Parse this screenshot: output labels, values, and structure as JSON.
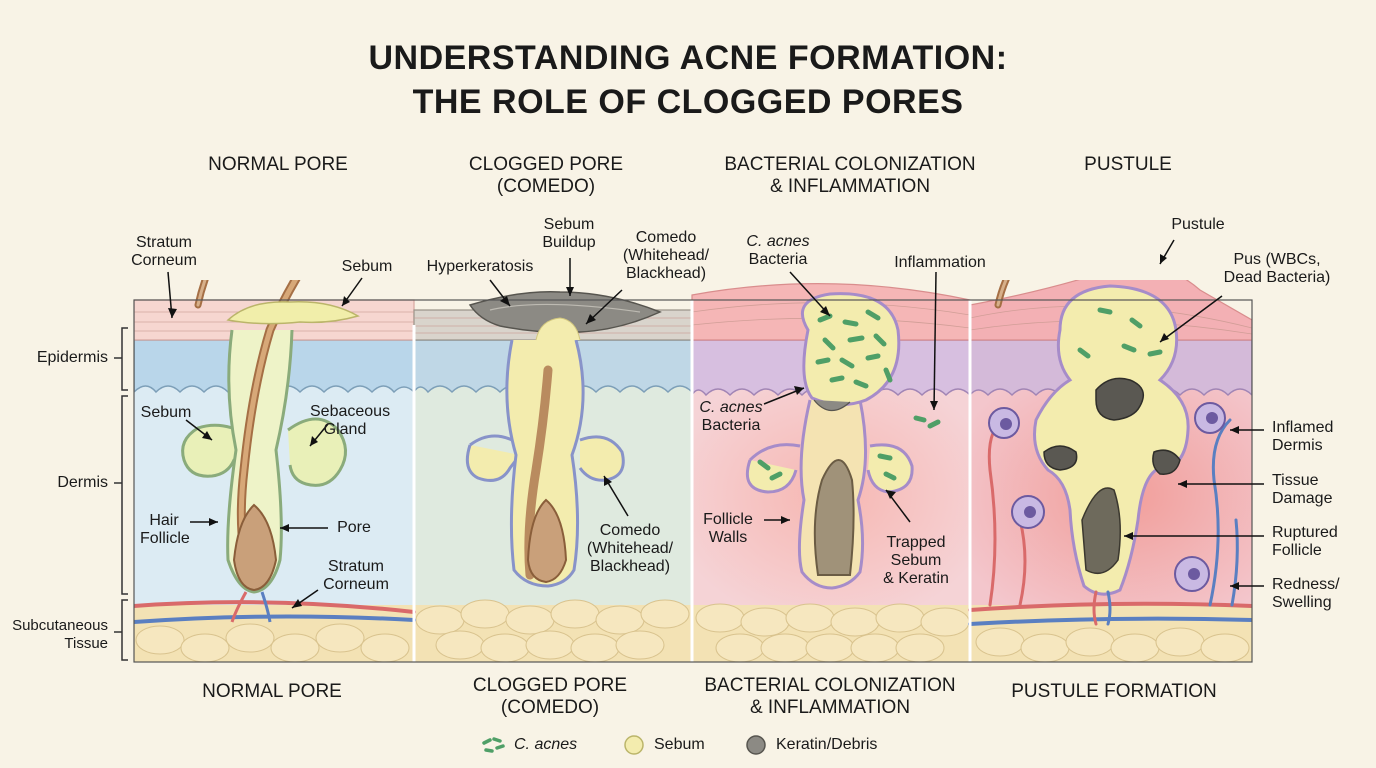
{
  "title": {
    "line1": "UNDERSTANDING ACNE FORMATION:",
    "line2": "THE ROLE OF CLOGGED PORES"
  },
  "columns": {
    "normal": {
      "head1": "NORMAL PORE",
      "foot1": "NORMAL PORE"
    },
    "clogged": {
      "head1": "CLOGGED PORE",
      "head2": "(COMEDO)",
      "foot1": "CLOGGED PORE",
      "foot2": "(COMEDO)"
    },
    "bacterial": {
      "head1": "BACTERIAL COLONIZATION",
      "head2": "& INFLAMMATION",
      "foot1": "BACTERIAL COLONIZATION",
      "foot2": "& INFLAMMATION"
    },
    "pustule": {
      "head1": "PUSTULE",
      "foot1": "PUSTULE FORMATION"
    }
  },
  "layers": {
    "epidermis": "Epidermis",
    "dermis": "Dermis",
    "subcutaneous1": "Subcutaneous",
    "subcutaneous2": "Tissue"
  },
  "labels": {
    "normal": {
      "stratum_top1": "Stratum",
      "stratum_top2": "Corneum",
      "sebum_top": "Sebum",
      "sebum_left": "Sebum",
      "sebaceous1": "Sebaceous",
      "sebaceous2": "Gland",
      "hair1": "Hair",
      "hair2": "Follicle",
      "pore": "Pore",
      "stratum_bottom1": "Stratum",
      "stratum_bottom2": "Corneum"
    },
    "clogged": {
      "hyperkeratosis": "Hyperkeratosis",
      "sebum_buildup1": "Sebum",
      "sebum_buildup2": "Buildup",
      "comedo_top1": "Comedo",
      "comedo_top2": "(Whitehead/",
      "comedo_top3": "Blackhead)",
      "comedo_bot1": "Comedo",
      "comedo_bot2": "(Whitehead/",
      "comedo_bot3": "Blackhead)"
    },
    "bacterial": {
      "cacnes_top1": "C. acnes",
      "cacnes_top2": "Bacteria",
      "inflammation": "Inflammation",
      "cacnes_mid1": "C. acnes",
      "cacnes_mid2": "Bacteria",
      "follicle1": "Follicle",
      "follicle2": "Walls",
      "trapped1": "Trapped",
      "trapped2": "Sebum",
      "trapped3": "& Keratin"
    },
    "pustule": {
      "pustule": "Pustule",
      "pus1": "Pus (WBCs,",
      "pus2": "Dead Bacteria)",
      "inflamed1": "Inflamed",
      "inflamed2": "Dermis",
      "tissue1": "Tissue",
      "tissue2": "Damage",
      "ruptured1": "Ruptured",
      "ruptured2": "Follicle",
      "redness1": "Redness/",
      "redness2": "Swelling"
    }
  },
  "legend": {
    "cacnes": "C. acnes",
    "sebum": "Sebum",
    "keratin": "Keratin/Debris"
  },
  "colors": {
    "background": "#f8f3e6",
    "epidermis": "#b9d6ea",
    "dermis_normal": "#dcebf3",
    "dermis_clogged": "#dfeadf",
    "dermis_inflamed": "#f3c9cf",
    "sebum": "#f3ecae",
    "keratin": "#6f6c66",
    "bacteria": "#6fbf86",
    "fat": "#f3e2b4"
  }
}
